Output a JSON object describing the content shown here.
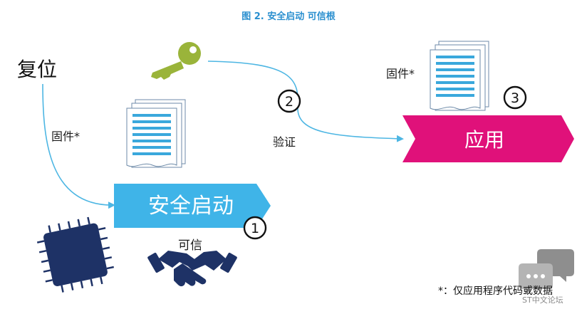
{
  "title": "图 2. 安全启动 可信根",
  "reset_label": "复位",
  "firmware_label_left": "固件*",
  "firmware_label_right": "固件*",
  "secure_boot_label": "安全启动",
  "application_label": "应用",
  "verify_label": "验证",
  "trusted_label": "可信",
  "footnote": "*：仅应用程序代码或数据",
  "watermark": "ST中文论坛",
  "steps": [
    "1",
    "2",
    "3"
  ],
  "icons": [
    "key-icon",
    "document-stack-icon",
    "chip-icon",
    "handshake-icon",
    "chat-bubbles-icon"
  ],
  "colors": {
    "title": "#2a8fcf",
    "secure_boot": "#3fb4e8",
    "application": "#e0117a",
    "arrow": "#4db6e3",
    "key": "#9ab43a",
    "chip": "#1e3266",
    "document_lines": "#3aa8dc"
  }
}
